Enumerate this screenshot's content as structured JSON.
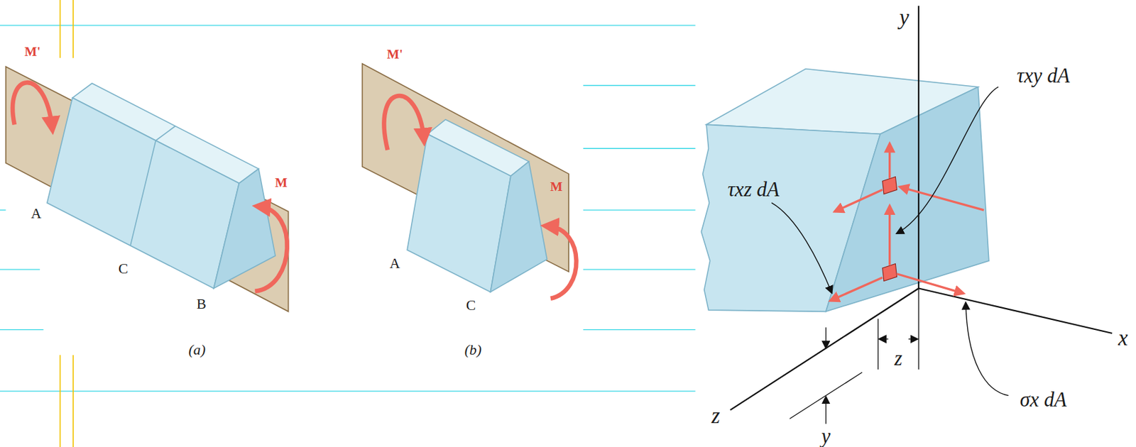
{
  "diagram": {
    "labels": [
      "M'",
      "M",
      "A",
      "C",
      "B",
      "(a)",
      "M'",
      "M",
      "A",
      "C",
      "(b)",
      "y",
      "τxy dA",
      "τxz dA",
      "x",
      "σx dA",
      "z",
      "z",
      "y"
    ]
  }
}
